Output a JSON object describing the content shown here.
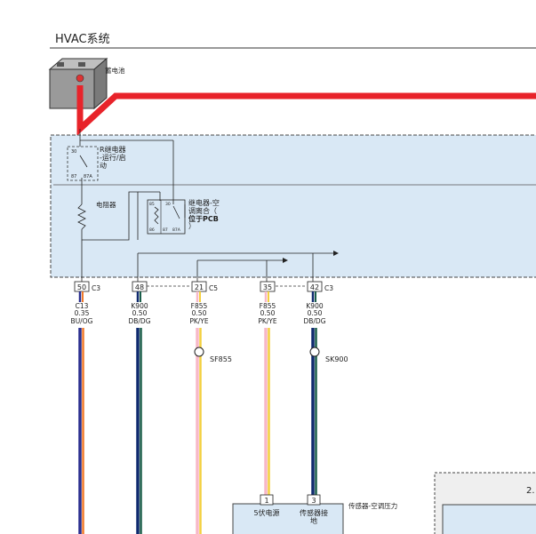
{
  "header": {
    "title": "HVAC系统"
  },
  "battery": {
    "label": "蓄电池"
  },
  "relay_r": {
    "label_line1": "R继电器",
    "label_line2": "-运行/启",
    "label_line3": "动",
    "pin30": "30",
    "pin87": "87",
    "pin87a": "87A"
  },
  "resistor": {
    "label": "电阻器"
  },
  "relay_ac": {
    "label_line1": "继电器-空",
    "label_line2": "调离合（",
    "label_line3": "位于PCB",
    "label_line4": "）",
    "pin85": "85",
    "pin86": "86",
    "pin30": "30",
    "pin87": "87",
    "pin87a": "87A"
  },
  "pins": [
    {
      "num": "50",
      "conn": "C3",
      "circuit": "C13",
      "gauge": "0.35",
      "color": "BU/OG"
    },
    {
      "num": "48",
      "conn": "",
      "circuit": "K900",
      "gauge": "0.50",
      "color": "DB/DG"
    },
    {
      "num": "21",
      "conn": "C5",
      "circuit": "F855",
      "gauge": "0.50",
      "color": "PK/YE"
    },
    {
      "num": "35",
      "conn": "",
      "circuit": "F855",
      "gauge": "0.50",
      "color": "PK/YE"
    },
    {
      "num": "42",
      "conn": "C3",
      "circuit": "K900",
      "gauge": "0.50",
      "color": "DB/DG"
    }
  ],
  "splices": [
    {
      "label": "SF855"
    },
    {
      "label": "SK900"
    }
  ],
  "sensor": {
    "pin1": "1",
    "pin3": "3",
    "label1": "5伏电源",
    "label3_line1": "传感器接",
    "label3_line2": "地",
    "title": "传感器-空调压力"
  },
  "right_box": {
    "label": "2."
  },
  "colors": {
    "power_wire": "#e8232a",
    "module_fill": "#d9e8f5",
    "wire_blue": "#2a2f8f",
    "wire_orange": "#f07a2a",
    "wire_darkblue": "#0f2a6e",
    "wire_darkgreen": "#1b5e4a",
    "wire_pink": "#f7b8c8",
    "wire_yellow": "#f4d03f"
  }
}
